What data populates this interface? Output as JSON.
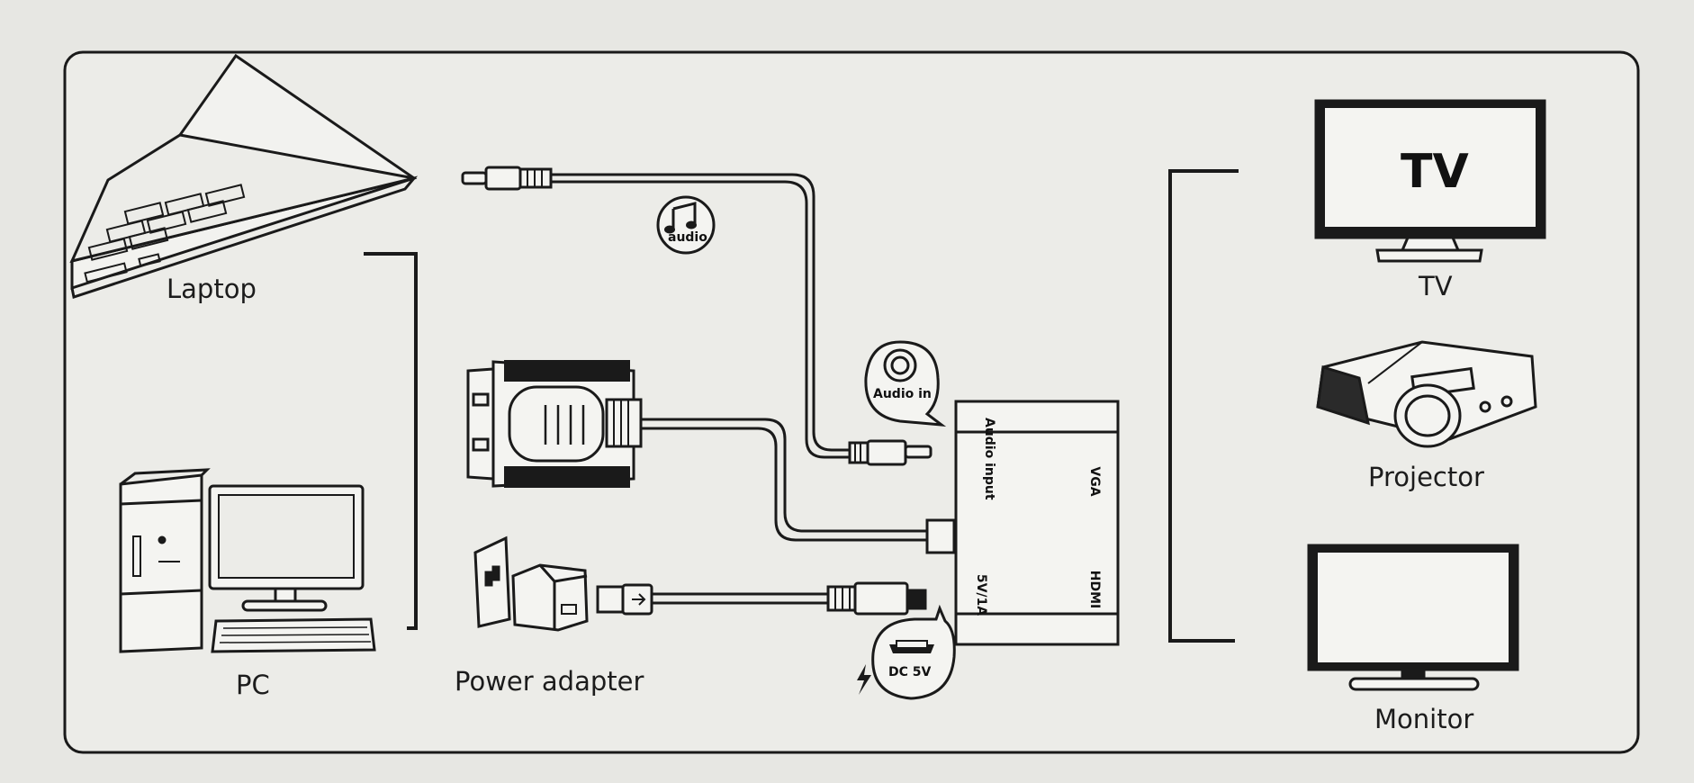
{
  "labels": {
    "laptop": "Laptop",
    "pc": "PC",
    "power_adapter": "Power adapter",
    "tv_screen": "TV",
    "tv": "TV",
    "projector": "Projector",
    "monitor": "Monitor"
  },
  "badges": {
    "audio": "audio",
    "audio_in": "Audio in",
    "dc": "DC 5V"
  },
  "ports": {
    "audio_input": "Audio input",
    "vga": "VGA",
    "power": "5V/1A",
    "hdmi": "HDMI"
  },
  "colors": {
    "background": "#e7e7e3",
    "line": "#1a1a1a"
  }
}
